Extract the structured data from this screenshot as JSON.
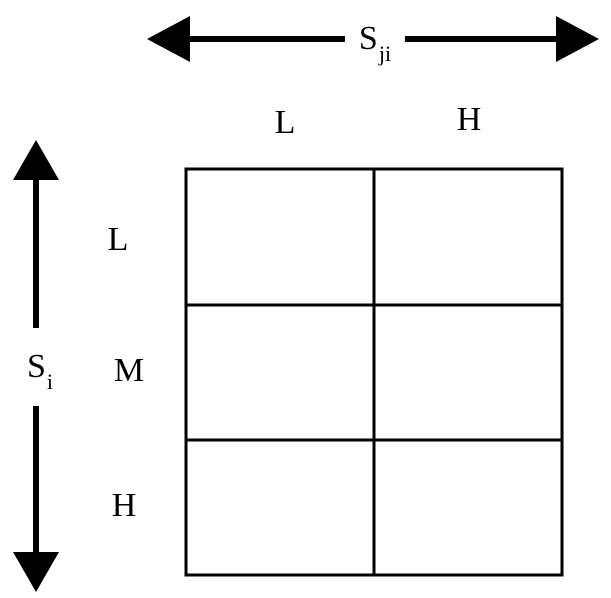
{
  "horizontal_axis": {
    "label": "S",
    "label_subscript": "ji",
    "columns": [
      "L",
      "H"
    ]
  },
  "vertical_axis": {
    "label": "S",
    "label_subscript": "i",
    "rows": [
      "L",
      "M",
      "H"
    ]
  },
  "grid": {
    "rows": 3,
    "columns": 2,
    "cells": [
      [
        "",
        ""
      ],
      [
        "",
        ""
      ],
      [
        "",
        ""
      ]
    ]
  },
  "colors": {
    "line": "#000000",
    "background": "#ffffff"
  }
}
